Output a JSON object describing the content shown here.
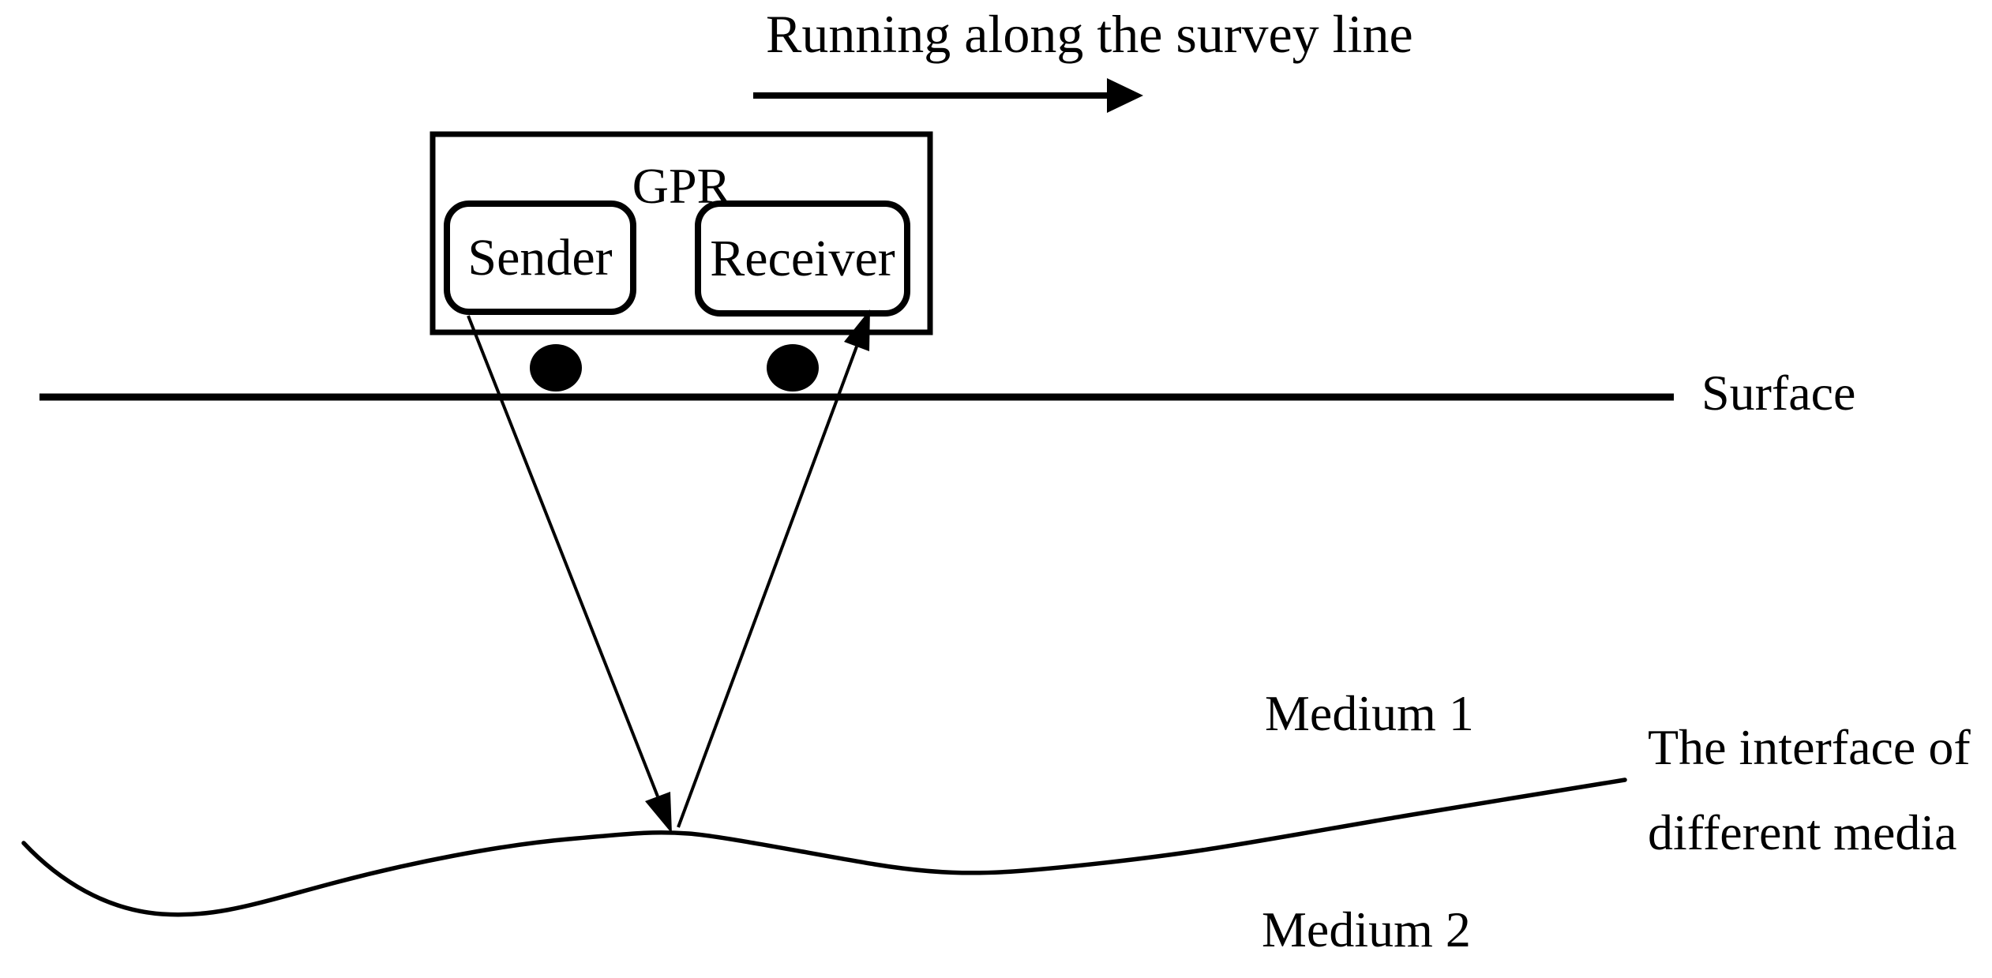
{
  "figure": {
    "survey_arrow": {
      "label": "Running along the survey line"
    },
    "gpr_unit": {
      "label": "GPR",
      "sender_label": "Sender",
      "receiver_label": "Receiver"
    },
    "surface": {
      "label": "Surface"
    },
    "media": {
      "medium1_label": "Medium 1",
      "medium2_label": "Medium 2",
      "interface_label_line1": "The interface of",
      "interface_label_line2": "different media"
    },
    "colors": {
      "ink": "#000000",
      "background": "#ffffff"
    }
  }
}
